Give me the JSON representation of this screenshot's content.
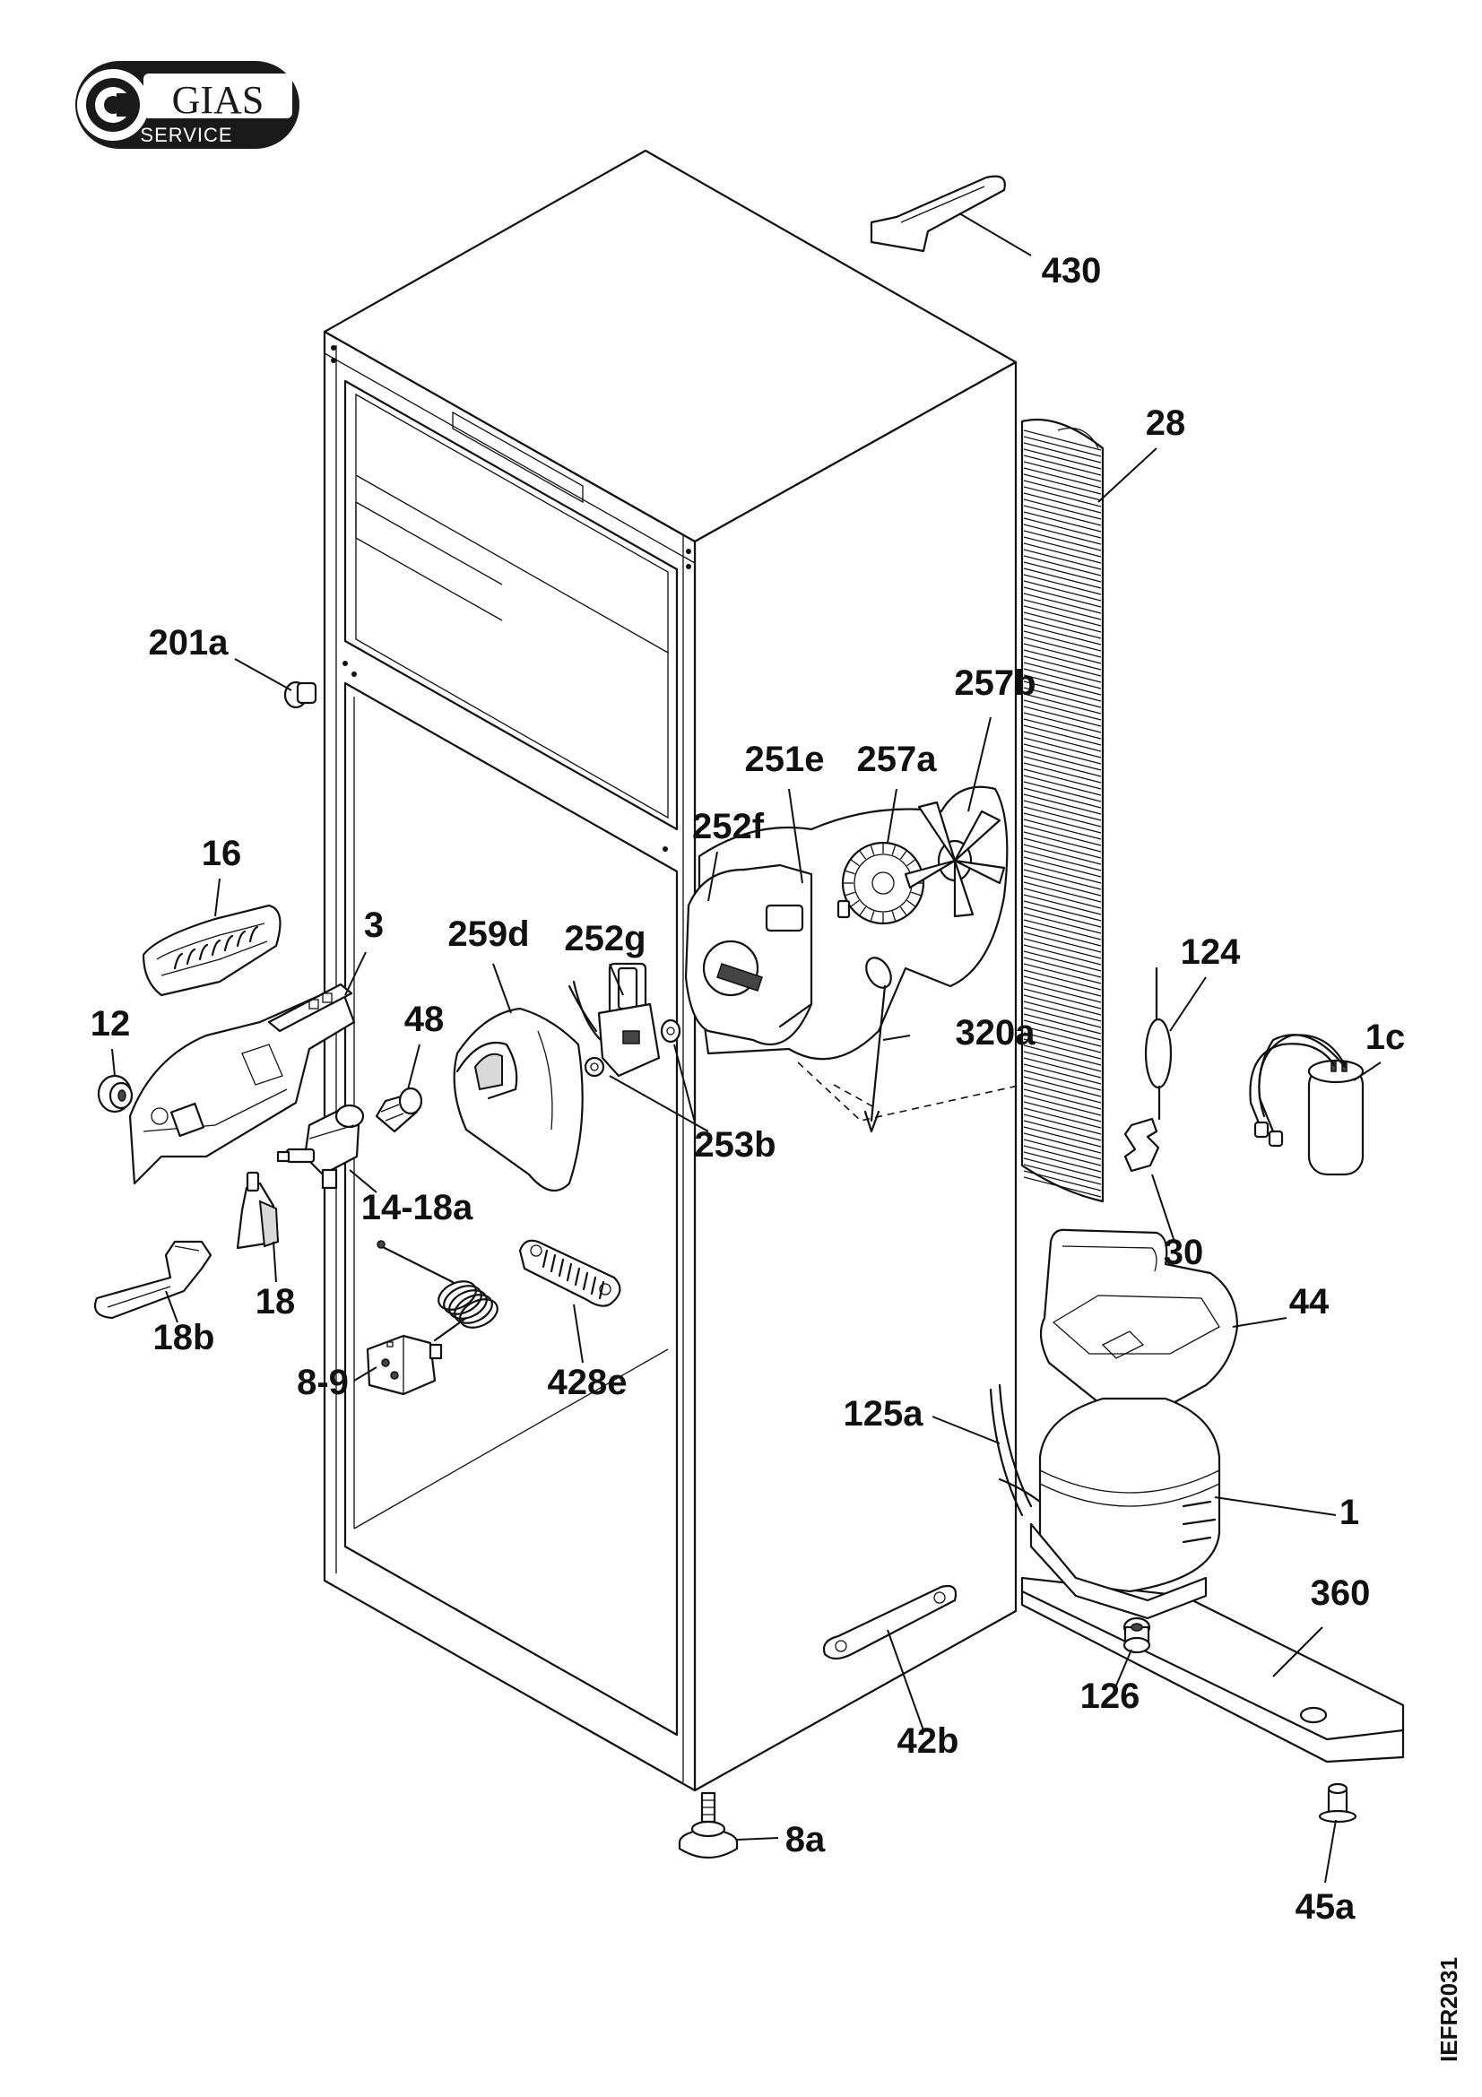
{
  "logo": {
    "brand": "GIAS",
    "sub": "SERVICE",
    "symbol": "copyright-c-icon",
    "colors": {
      "badge": "#1a1a1a",
      "text": "#ffffff"
    }
  },
  "document_code": "IEFR2031",
  "parts": [
    {
      "id": "430"
    },
    {
      "id": "28"
    },
    {
      "id": "201a"
    },
    {
      "id": "257b"
    },
    {
      "id": "251e"
    },
    {
      "id": "257a"
    },
    {
      "id": "252f"
    },
    {
      "id": "16"
    },
    {
      "id": "3"
    },
    {
      "id": "259d"
    },
    {
      "id": "252g"
    },
    {
      "id": "124"
    },
    {
      "id": "12"
    },
    {
      "id": "48"
    },
    {
      "id": "320a"
    },
    {
      "id": "1c"
    },
    {
      "id": "253b"
    },
    {
      "id": "14-18a"
    },
    {
      "id": "30"
    },
    {
      "id": "18"
    },
    {
      "id": "18b"
    },
    {
      "id": "44"
    },
    {
      "id": "428e"
    },
    {
      "id": "8-9"
    },
    {
      "id": "125a"
    },
    {
      "id": "1"
    },
    {
      "id": "360"
    },
    {
      "id": "126"
    },
    {
      "id": "42b"
    },
    {
      "id": "8a"
    },
    {
      "id": "45a"
    }
  ]
}
